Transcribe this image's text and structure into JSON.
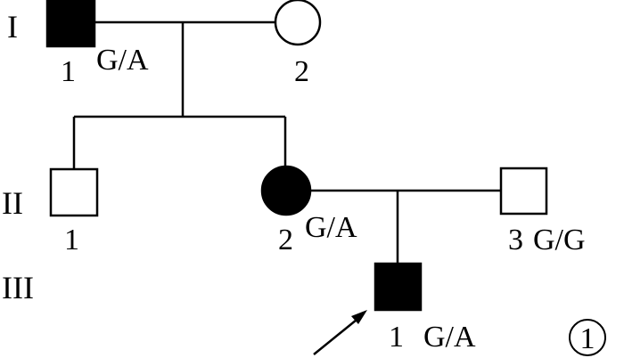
{
  "generations": [
    "I",
    "II",
    "III"
  ],
  "individuals": {
    "I_1": {
      "number": "1",
      "sex": "male",
      "affected": true,
      "genotype": "G/A"
    },
    "I_2": {
      "number": "2",
      "sex": "female",
      "affected": false,
      "genotype": ""
    },
    "II_1": {
      "number": "1",
      "sex": "male",
      "affected": false,
      "genotype": ""
    },
    "II_2": {
      "number": "2",
      "sex": "female",
      "affected": true,
      "genotype": "G/A"
    },
    "II_3": {
      "number": "3",
      "sex": "male",
      "affected": false,
      "genotype": "G/G"
    },
    "III_1": {
      "number": "1",
      "sex": "male",
      "affected": true,
      "genotype": "G/A",
      "proband": true
    }
  },
  "panel_label": "1",
  "colors": {
    "affected": "#000000",
    "unaffected": "#ffffff",
    "line": "#000000"
  }
}
